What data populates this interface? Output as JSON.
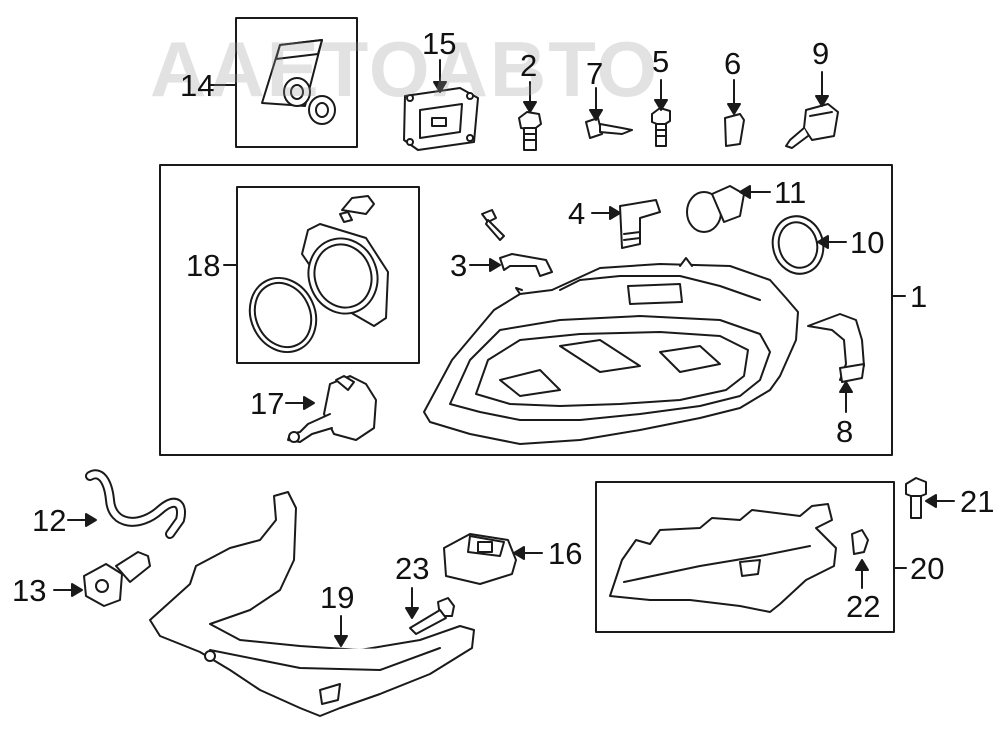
{
  "watermark": "AAETOABTO",
  "callouts": {
    "c1": "1",
    "c2": "2",
    "c3": "3",
    "c4": "4",
    "c5": "5",
    "c6": "6",
    "c7": "7",
    "c8": "8",
    "c9": "9",
    "c10": "10",
    "c11": "11",
    "c12": "12",
    "c13": "13",
    "c14": "14",
    "c15": "15",
    "c16": "16",
    "c17": "17",
    "c18": "18",
    "c19": "19",
    "c20": "20",
    "c21": "21",
    "c22": "22",
    "c23": "23"
  },
  "colors": {
    "line": "#1a1a1a",
    "fill": "#ffffff",
    "watermark": "#969696"
  }
}
